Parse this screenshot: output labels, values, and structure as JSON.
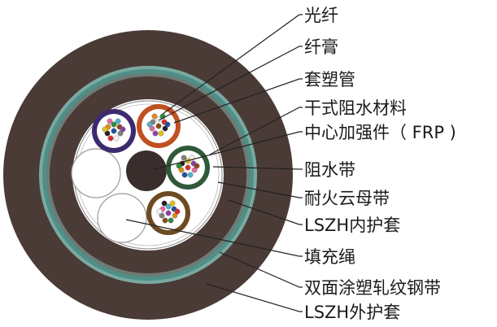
{
  "labels": [
    "光纤",
    "纤膏",
    "套塑管",
    "干式阻水材料",
    "中心加强件（ FRP )",
    "阻水带",
    "耐火云母带",
    "LSZH内护套",
    "填充绳",
    "双面涂塑轧纹钢带",
    "LSZH外护套"
  ],
  "colors": {
    "outer_sheath": "#4a3b36",
    "armor_band": "#4e8f87",
    "tube_purple": "#3b2a6e",
    "tube_orange": "#c0501e",
    "tube_green": "#2f5a3a",
    "tube_brown": "#6e4a22",
    "strength_member": "#3a2e2c",
    "leader_line": "#222222",
    "label_text": "#1a1a1a"
  }
}
